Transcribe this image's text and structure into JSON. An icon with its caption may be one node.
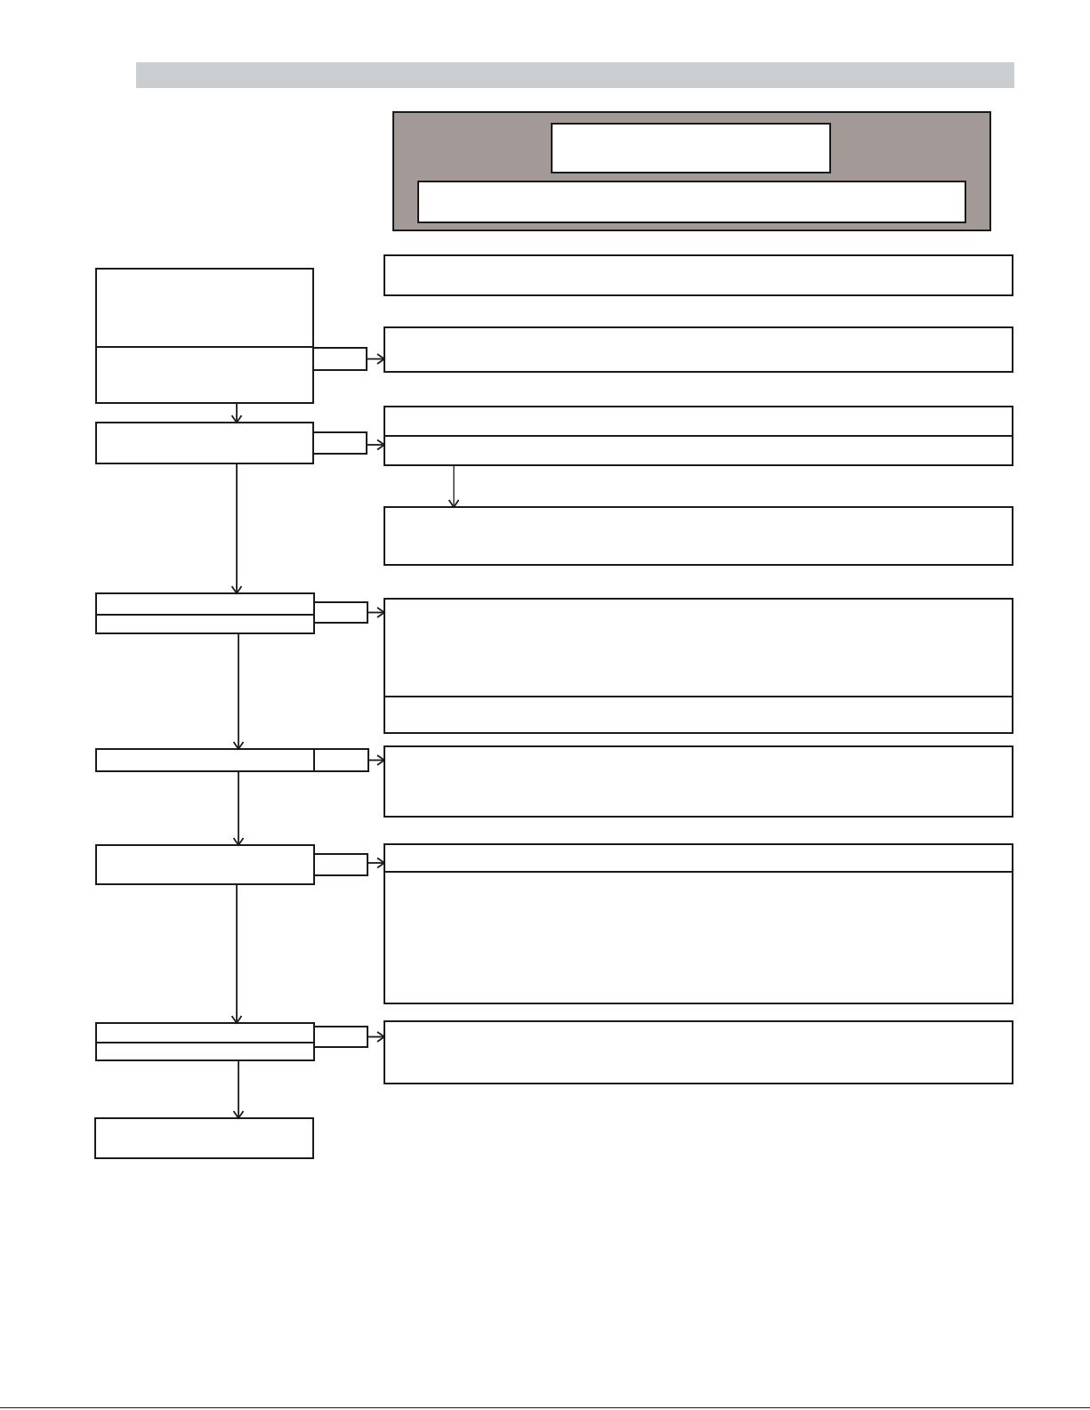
{
  "diagram": {
    "nodes": [
      {
        "text": [],
        "shape": "box"
      },
      {
        "text": [],
        "shape": "box",
        "in": 0
      },
      {
        "text": [],
        "shape": "box",
        "in": 0
      },
      {
        "text": [],
        "shape": "box"
      },
      {
        "text": [],
        "shape": "box"
      },
      {
        "text": [],
        "shape": "box"
      },
      {
        "text": [],
        "shape": "box"
      },
      {
        "text": [],
        "shape": "box"
      },
      {
        "text": [],
        "shape": "box"
      },
      {
        "text": [],
        "shape": "box"
      },
      {
        "text": [],
        "shape": "box"
      },
      {
        "text": [],
        "shape": "box"
      },
      {
        "text": [],
        "shape": "box"
      },
      {
        "text": [],
        "shape": "box"
      },
      {
        "text": [],
        "shape": "box"
      },
      {
        "text": [],
        "shape": "box"
      },
      {
        "text": [],
        "shape": "box"
      },
      {
        "text": [],
        "shape": "box"
      },
      {
        "text": [],
        "shape": "box"
      },
      {
        "text": [],
        "shape": "box"
      },
      {
        "text": [],
        "shape": "box"
      },
      {
        "text": [],
        "shape": "box"
      },
      {
        "text": [],
        "shape": "box"
      },
      {
        "text": [],
        "shape": "box"
      },
      {
        "text": [],
        "shape": "box"
      },
      {
        "text": [],
        "shape": "box"
      },
      {
        "text": [],
        "shape": "box"
      },
      {
        "text": [],
        "shape": "box"
      },
      {
        "text": [],
        "shape": "box"
      },
      {
        "text": [],
        "shape": "box"
      }
    ],
    "edges": [
      {
        "from": 6,
        "to": 7,
        "arrow": "to"
      },
      {
        "from": 5,
        "to": 8,
        "arrow": "to"
      },
      {
        "from": 9,
        "to": 11,
        "arrow": "to"
      },
      {
        "from": 11,
        "to": 12,
        "arrow": "to"
      },
      {
        "from": 8,
        "to": 13,
        "arrow": "to"
      },
      {
        "from": 15,
        "to": 16,
        "arrow": "to"
      },
      {
        "from": 14,
        "to": 18,
        "arrow": "to"
      },
      {
        "from": 19,
        "to": 20,
        "arrow": "to"
      },
      {
        "from": 18,
        "to": 21,
        "arrow": "to"
      },
      {
        "from": 22,
        "to": 23,
        "arrow": "to"
      },
      {
        "from": 21,
        "to": 25,
        "arrow": "to"
      },
      {
        "from": 27,
        "to": 28,
        "arrow": "to"
      },
      {
        "from": 26,
        "to": 29,
        "arrow": "to"
      }
    ]
  }
}
